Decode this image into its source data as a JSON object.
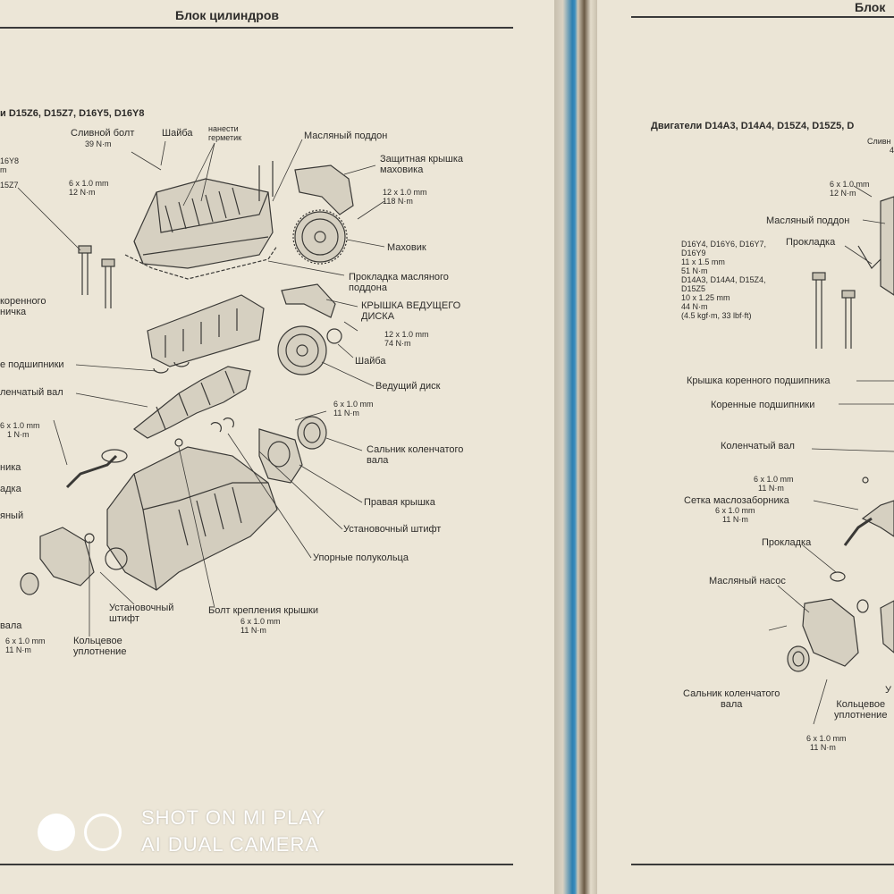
{
  "left_page": {
    "header": "Блок цилиндров",
    "engines_title": "и D15Z6, D15Z7, D16Y5, D16Y8",
    "side_frag_1": "16Y8",
    "side_frag_2": "m",
    "side_frag_3": "15Z7",
    "labels": {
      "drain_bolt": "Сливной болт",
      "drain_bolt_torque": "39 N·m",
      "washer_top": "Шайба",
      "sealant": "нанести\nгерметик",
      "oil_pan": "Масляный поддон",
      "flywheel_cover": "Защитная крышка\nмаховика",
      "bolt_6x1_a": "6 x 1.0 mm",
      "bolt_6x1_a_torque": "12 N·m",
      "bolt_12x1_a": "12 x 1.0 mm",
      "bolt_12x1_a_torque": "118 N·m",
      "flywheel": "Маховик",
      "oil_pan_gasket": "Прокладка масляного\nподдона",
      "main_cap_frag": "коренного\nничка",
      "drive_plate_cover": "КРЫШКА ВЕДУЩЕГО\nДИСКА",
      "bolt_12x1_b": "12 x 1.0 mm",
      "bolt_12x1_b_torque": "74 N·m",
      "washer": "Шайба",
      "bearings_frag": "е подшипники",
      "crank_frag": "ленчатый вал",
      "drive_plate": "Ведущий диск",
      "bolt_6x1_b": "6 x 1.0 mm",
      "bolt_6x1_b_torque": "11 N·m",
      "bolt_frag_1": "6 x 1.0 mm",
      "bolt_frag_1_torque": "1 N·m",
      "crank_seal": "Сальник коленчатого\nвала",
      "frag_nika": "ника",
      "frag_adka": "адка",
      "frag_yany": "яный",
      "right_cover": "Правая крышка",
      "dowel_pin": "Установочный штифт",
      "thrust_washers": "Упорные полукольца",
      "dowel_pin_2": "Установочный\nштифт",
      "cap_bolt": "Болт крепления крышки",
      "cap_bolt_size": "6 x 1.0 mm",
      "cap_bolt_torque": "11 N·m",
      "o_ring": "Кольцевое\nуплотнение",
      "frag_vala": "вала",
      "bolt_6x1_c": "6 x 1.0 mm",
      "bolt_6x1_c_torque": "11 N·m"
    }
  },
  "right_page": {
    "header": "Блок",
    "engines_title": "Двигатели D14A3, D14A4, D15Z4, D15Z5, D",
    "frag_slivn": "Сливн",
    "frag_4": "4",
    "bolt_6x1_a": "6 x 1.0 mm",
    "bolt_6x1_a_torque": "12 N·m",
    "oil_pan": "Масляный поддон",
    "gasket_top": "Прокладка",
    "spec_block": "D16Y4, D16Y6, D16Y7,\nD16Y9\n11 x 1.5 mm\n51 N·m\nD14A3, D14A4, D15Z4,\nD15Z5\n10 x 1.25 mm\n44 N·m\n(4.5 kgf·m, 33 lbf·ft)",
    "main_bearing_cap": "Крышка коренного подшипника",
    "main_bearings": "Коренные подшипники",
    "crankshaft": "Коленчатый вал",
    "bolt_6x1_b": "6 x 1.0 mm",
    "bolt_6x1_b_torque": "11 N·m",
    "oil_strainer": "Сетка маслозаборника",
    "bolt_6x1_c": "6 x 1.0 mm",
    "bolt_6x1_c_torque": "11 N·m",
    "gasket": "Прокладка",
    "oil_pump": "Масляный насос",
    "crank_seal": "Сальник коленчатого\nвала",
    "o_ring": "Кольцевое\nуплотнение",
    "frag_u": "У",
    "bolt_6x1_d": "6 x 1.0 mm",
    "bolt_6x1_d_torque": "11 N·m"
  },
  "watermark": {
    "line1": "SHOT ON MI PLAY",
    "line2": "AI DUAL CAMERA"
  },
  "colors": {
    "paper": "#ece6d7",
    "ink": "#2c2b29",
    "spine_blue": "#2c7fb0"
  }
}
